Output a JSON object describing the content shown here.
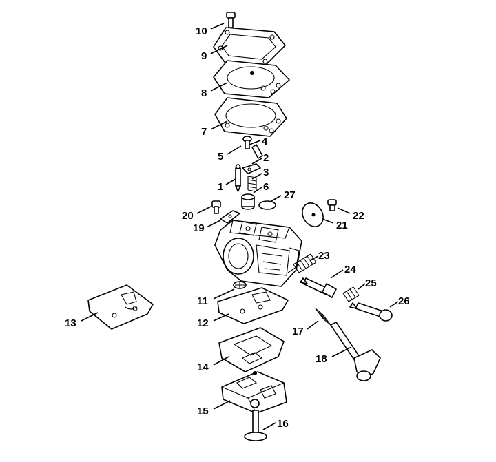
{
  "parts": [
    {
      "number": "1"
    },
    {
      "number": "2"
    },
    {
      "number": "3"
    },
    {
      "number": "4"
    },
    {
      "number": "5"
    },
    {
      "number": "6"
    },
    {
      "number": "7"
    },
    {
      "number": "8"
    },
    {
      "number": "9"
    },
    {
      "number": "10"
    },
    {
      "number": "11"
    },
    {
      "number": "12"
    },
    {
      "number": "13"
    },
    {
      "number": "14"
    },
    {
      "number": "15"
    },
    {
      "number": "16"
    },
    {
      "number": "17"
    },
    {
      "number": "18"
    },
    {
      "number": "19"
    },
    {
      "number": "20"
    },
    {
      "number": "21"
    },
    {
      "number": "22"
    },
    {
      "number": "23"
    },
    {
      "number": "24"
    },
    {
      "number": "25"
    },
    {
      "number": "26"
    },
    {
      "number": "27"
    }
  ]
}
